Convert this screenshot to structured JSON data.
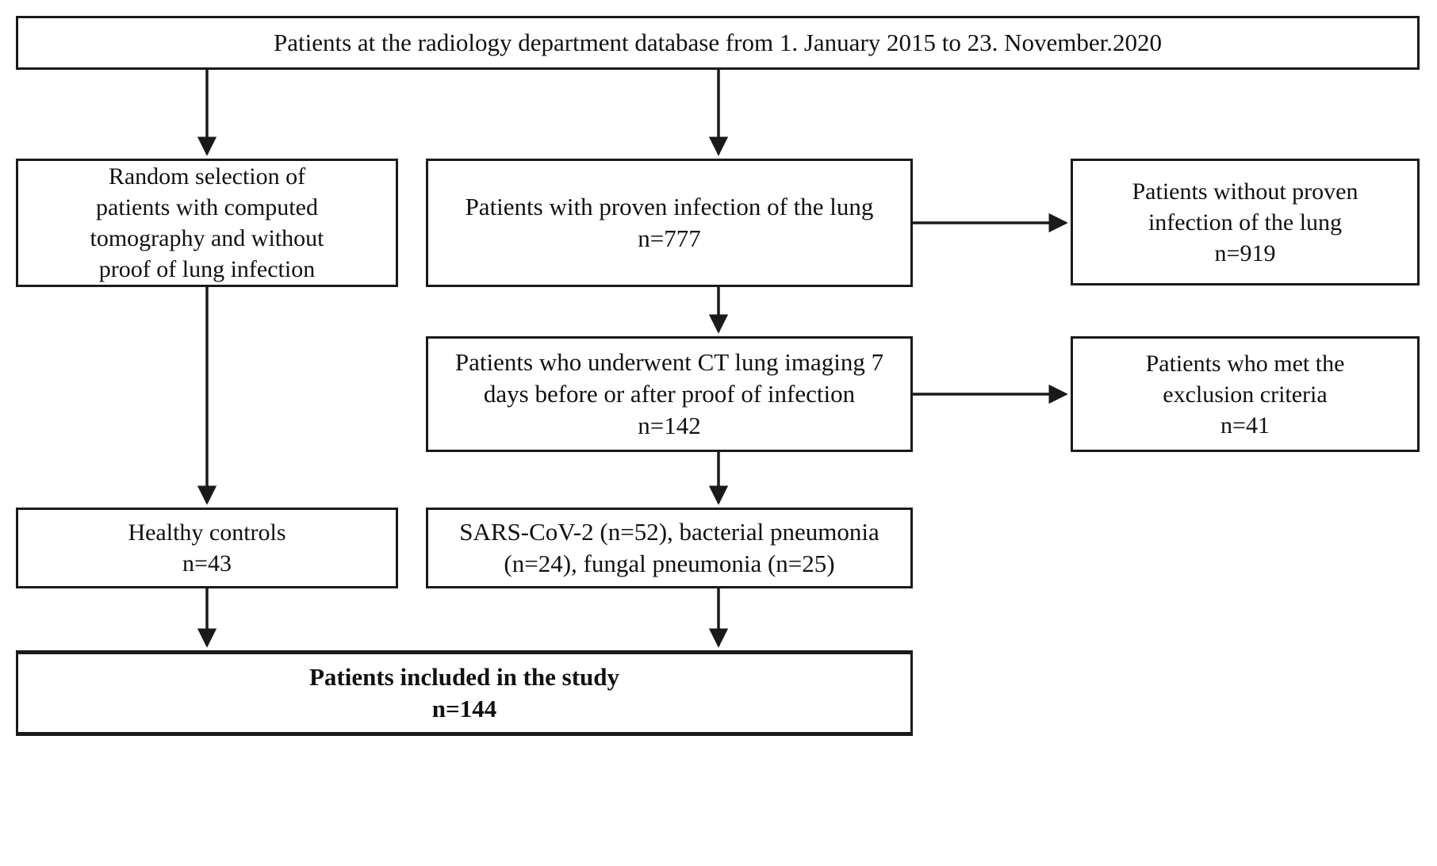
{
  "diagram": {
    "title": "Patient selection flow diagram",
    "line_color": "#1a1a1a",
    "box_border_color": "#1a1a1a",
    "background_color": "#ffffff",
    "text_color": "#111111"
  },
  "nodes": {
    "database": {
      "label": "Patients at the radiology department database from 1. January 2015 to 23. November.2020"
    },
    "random_selection": {
      "label": "Random selection of\npatients with computed\ntomography and without\nproof of lung infection"
    },
    "proven_infection": {
      "label": "Patients with proven infection of the lung\nn=777",
      "n": 777
    },
    "without_proven_infection": {
      "label": "Patients without proven\ninfection of the lung\nn=919",
      "n": 919
    },
    "ct_imaging": {
      "label": "Patients who underwent CT lung imaging 7\ndays before or after proof of infection\nn=142",
      "n": 142
    },
    "exclusion_criteria": {
      "label": "Patients who met the\nexclusion criteria\nn=41",
      "n": 41
    },
    "healthy_controls": {
      "label": "Healthy controls\nn=43",
      "n": 43
    },
    "diagnosis_groups": {
      "label": "SARS-CoV-2 (n=52), bacterial pneumonia\n(n=24), fungal pneumonia (n=25)",
      "groups": [
        {
          "name": "SARS-CoV-2",
          "n": 52
        },
        {
          "name": "bacterial pneumonia",
          "n": 24
        },
        {
          "name": "fungal pneumonia",
          "n": 25
        }
      ]
    },
    "included": {
      "label": "Patients included in the study\nn=144",
      "n": 144
    }
  },
  "edges": [
    {
      "from": "database",
      "to": "random_selection",
      "direction": "down"
    },
    {
      "from": "database",
      "to": "proven_infection",
      "direction": "down"
    },
    {
      "from": "proven_infection",
      "to": "without_proven_infection",
      "direction": "right"
    },
    {
      "from": "proven_infection",
      "to": "ct_imaging",
      "direction": "down"
    },
    {
      "from": "ct_imaging",
      "to": "exclusion_criteria",
      "direction": "right"
    },
    {
      "from": "random_selection",
      "to": "healthy_controls",
      "direction": "down"
    },
    {
      "from": "ct_imaging",
      "to": "diagnosis_groups",
      "direction": "down"
    },
    {
      "from": "healthy_controls",
      "to": "included",
      "direction": "down"
    },
    {
      "from": "diagnosis_groups",
      "to": "included",
      "direction": "down"
    }
  ]
}
